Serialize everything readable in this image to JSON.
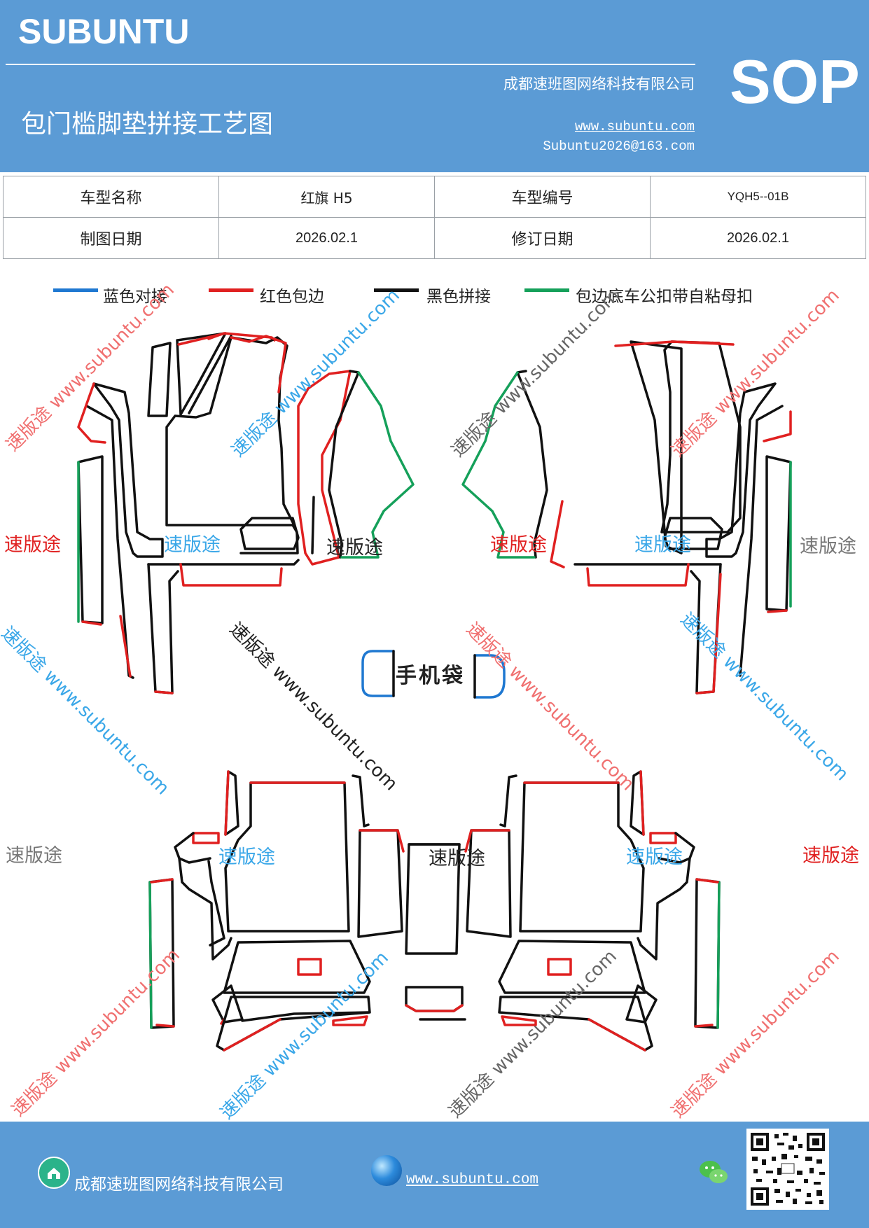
{
  "header": {
    "brand": "SUBUNTU",
    "company": "成都速班图网络科技有限公司",
    "sop": "SOP",
    "title": "包门槛脚垫拼接工艺图",
    "website": "www.subuntu.com",
    "email": "Subuntu2026@163.com"
  },
  "info_table": {
    "model_name_label": "车型名称",
    "model_name_value": "红旗 H5",
    "model_code_label": "车型编号",
    "model_code_value": "YQH5--01B",
    "draw_date_label": "制图日期",
    "draw_date_value": "2026.02.1",
    "revise_date_label": "修订日期",
    "revise_date_value": "2026.02.1"
  },
  "legend": {
    "blue": "蓝色对接",
    "red": "红色包边",
    "black": "黑色拼接",
    "green": "包边底车公扣带自粘母扣"
  },
  "colors": {
    "header_bg": "#5b9bd5",
    "blue": "#1f78d1",
    "red": "#e02020",
    "black": "#111111",
    "green": "#15a05a"
  },
  "diagram": {
    "phone_pocket": "手机袋"
  },
  "watermarks": {
    "brand_cn": "速版途",
    "diag_red": "速版途 www.subuntu.com",
    "diag_blue": "速版途 www.subuntu.com",
    "diag_gray": "速版途 www.subuntu.com"
  },
  "footer": {
    "company": "成都速班图网络科技有限公司",
    "website": "www.subuntu.com",
    "icons": [
      "house-icon",
      "globe-icon",
      "wechat-icon",
      "qr-code"
    ]
  }
}
